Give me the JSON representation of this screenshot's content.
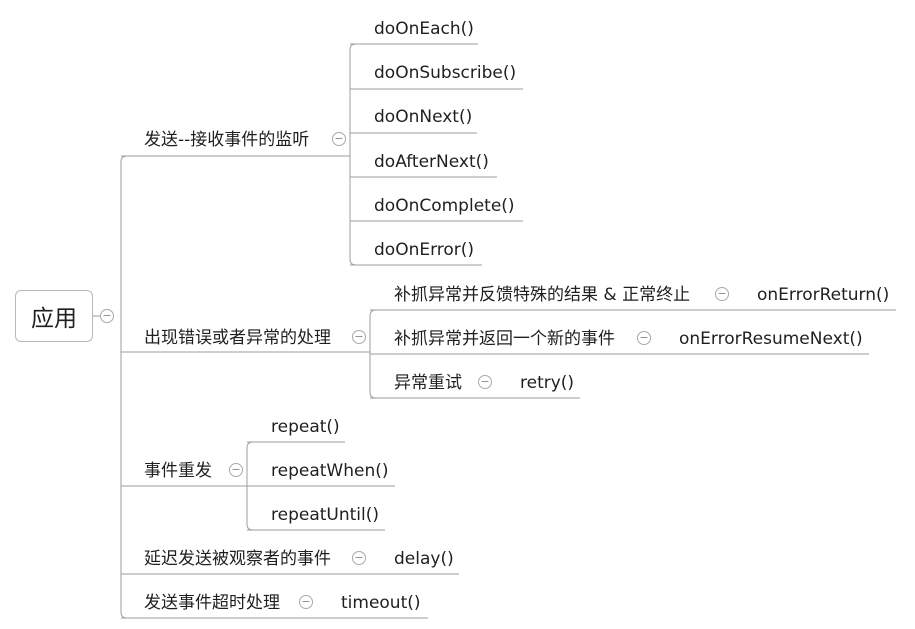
{
  "root": {
    "label": "应用",
    "collapse_icon": "minus-circle-icon"
  },
  "branches": [
    {
      "id": "send-receive",
      "label": "发送--接收事件的监听",
      "children": [
        "doOnEach()",
        "doOnSubscribe()",
        "doOnNext()",
        "doAfterNext()",
        "doOnComplete()",
        "doOnError()"
      ]
    },
    {
      "id": "error-handling",
      "label": "出现错误或者异常的处理",
      "children": [
        {
          "label": "补抓异常并反馈特殊的结果 & 正常终止",
          "child": "onErrorReturn()"
        },
        {
          "label": "补抓异常并返回一个新的事件",
          "child": "onErrorResumeNext()"
        },
        {
          "label": "异常重试",
          "child": "retry()"
        }
      ]
    },
    {
      "id": "repeat",
      "label": "事件重发",
      "children": [
        "repeat()",
        "repeatWhen()",
        "repeatUntil()"
      ]
    },
    {
      "id": "delay",
      "label": "延迟发送被观察者的事件",
      "children": [
        "delay()"
      ]
    },
    {
      "id": "timeout",
      "label": "发送事件超时处理",
      "children": [
        "timeout()"
      ]
    }
  ],
  "colors": {
    "line": "#9e9e9e",
    "text": "#1f1f1f",
    "icon": "#8a8a8a"
  }
}
